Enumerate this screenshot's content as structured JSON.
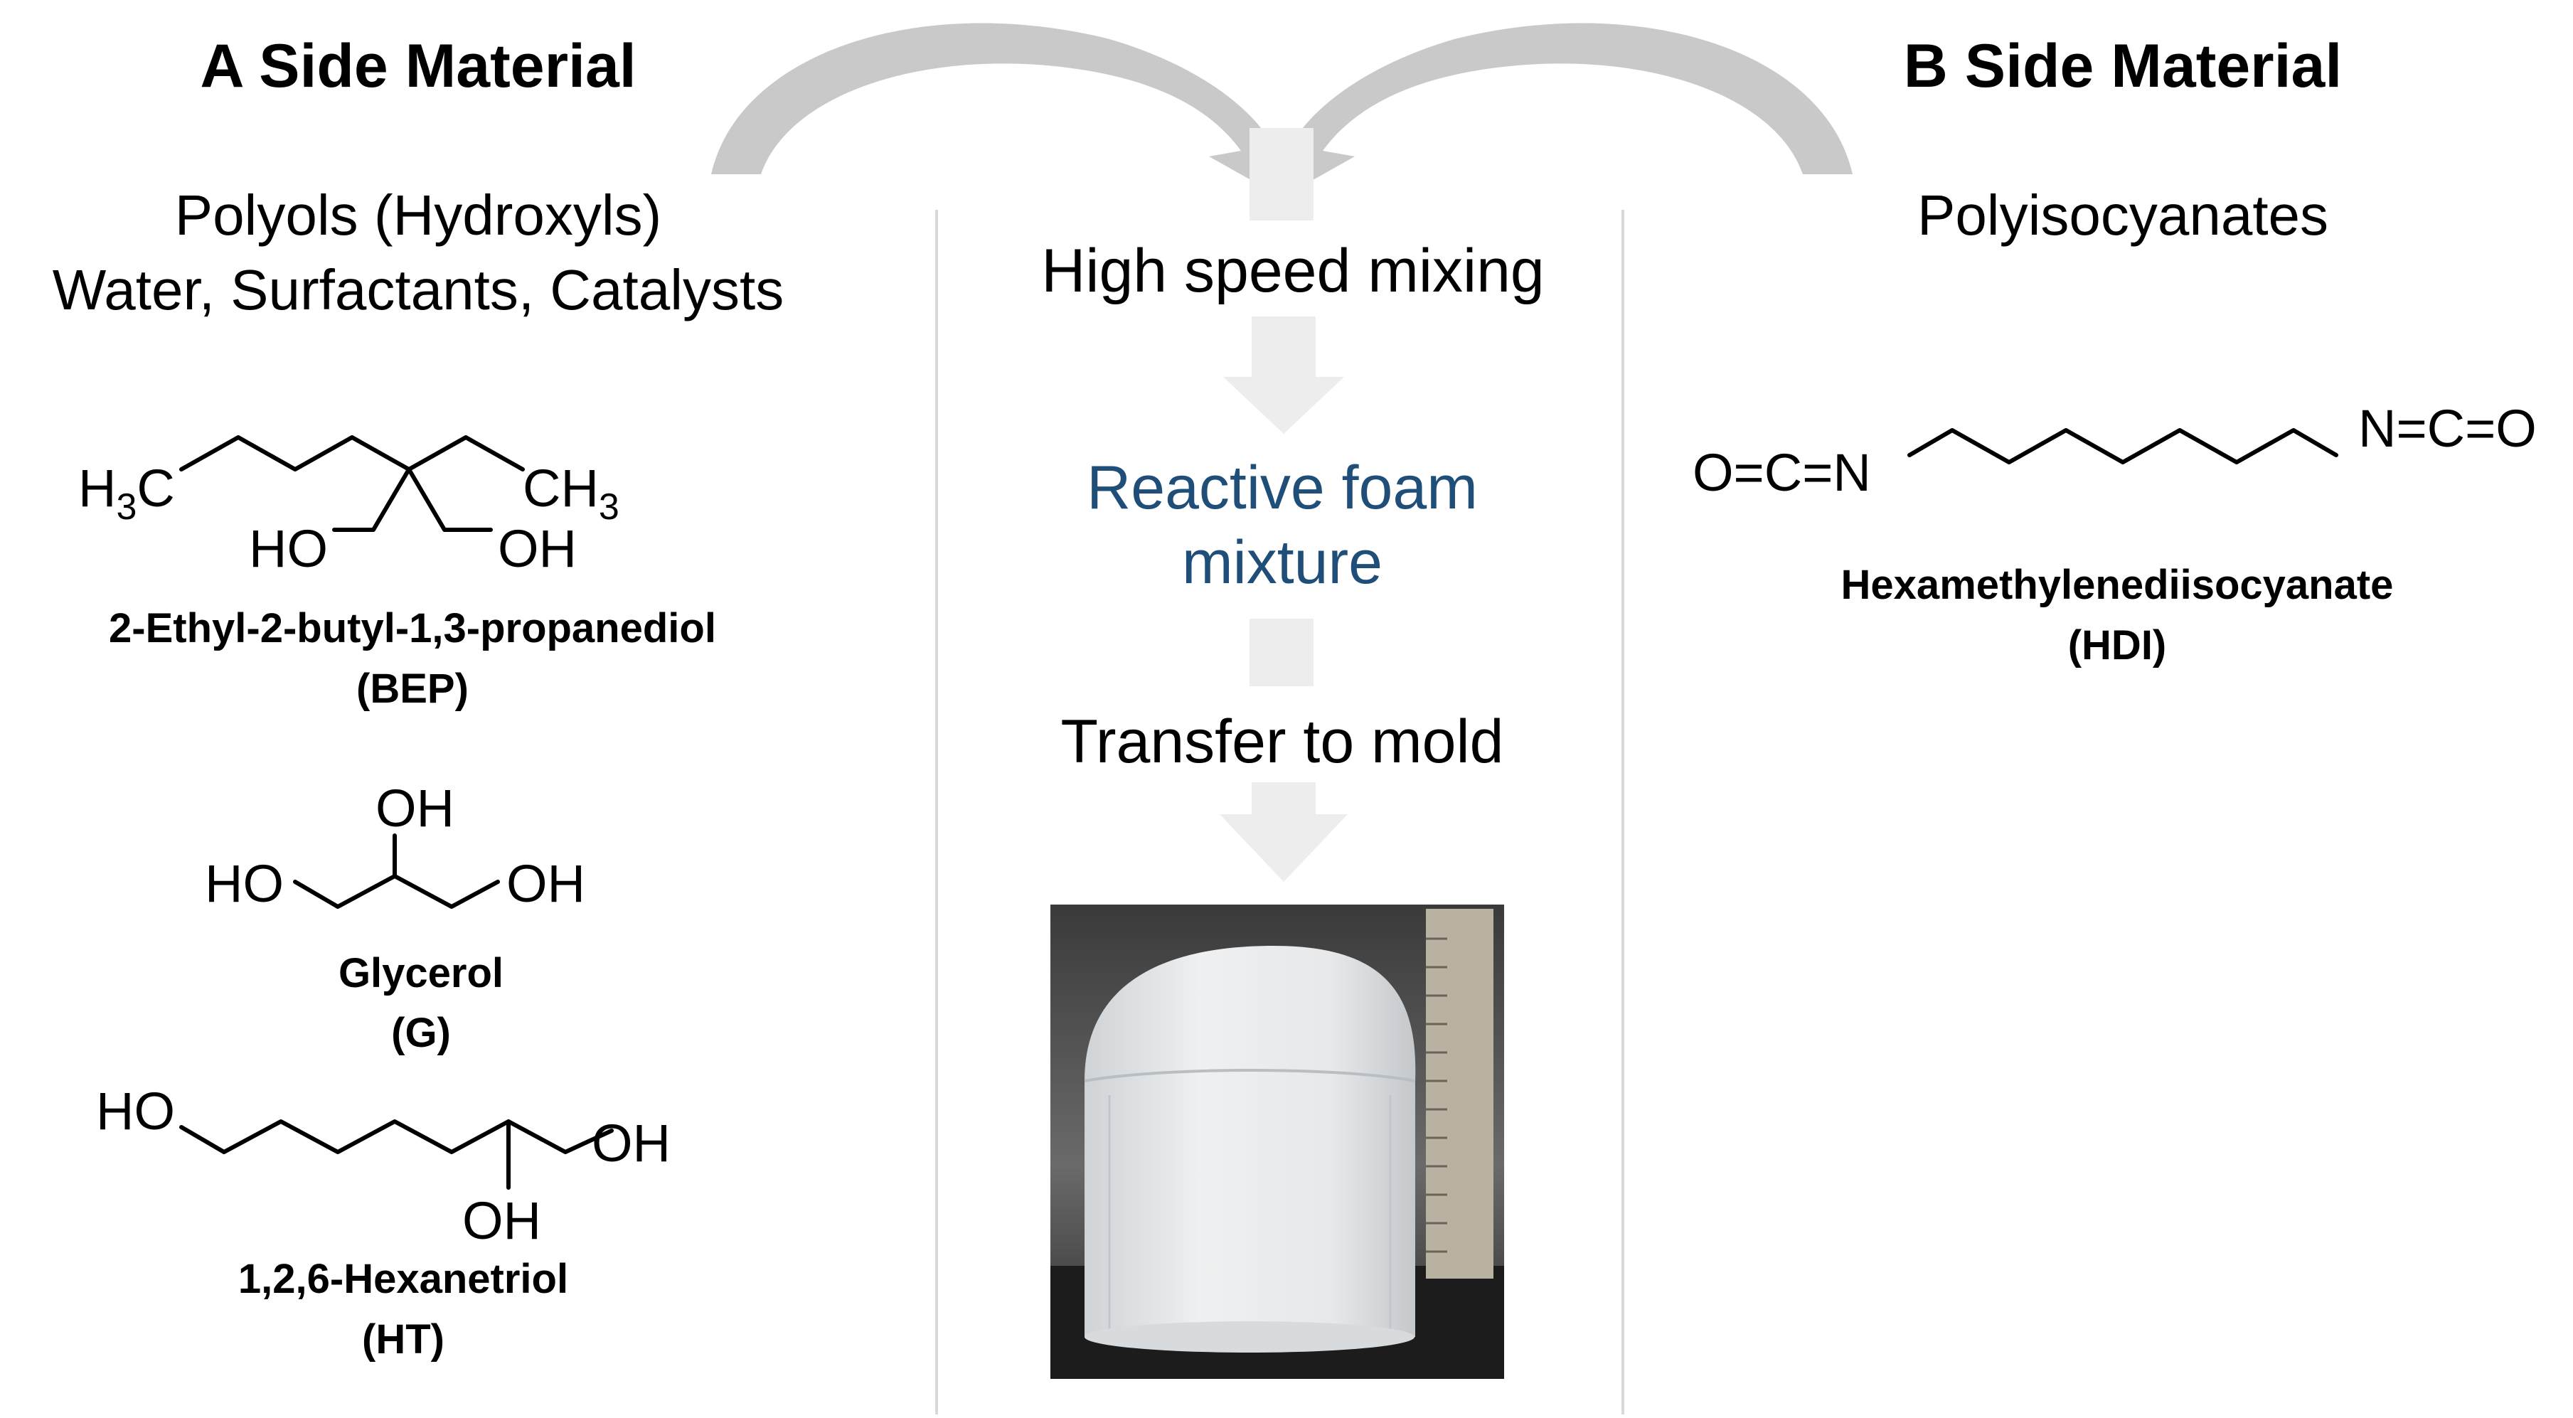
{
  "a_side": {
    "heading": "A Side Material",
    "line1": "Polyols  (Hydroxyls)",
    "line2": "Water, Surfactants, Catalysts",
    "bep": {
      "name": "2-Ethyl-2-butyl-1,3-propanediol",
      "abbr": "(BEP)"
    },
    "glycerol": {
      "name": "Glycerol",
      "abbr": "(G)"
    },
    "hexanetriol": {
      "name": "1,2,6-Hexanetriol",
      "abbr": "(HT)"
    }
  },
  "b_side": {
    "heading": "B Side Material",
    "line1": "Polyisocyanates",
    "hdi": {
      "name": "Hexamethylenediisocyanate",
      "abbr": "(HDI)"
    }
  },
  "process": {
    "step1": "High speed mixing",
    "step2_line1": "Reactive foam",
    "step2_line2": "mixture",
    "step3": "Transfer to mold",
    "accent_color": "#1f4e79"
  },
  "atoms": {
    "h3c": "H",
    "h3c_sub": "3",
    "h3c_c": "C",
    "ch3": "CH",
    "ch3_sub": "3",
    "ho": "HO",
    "oh": "OH",
    "ocn_left": "O=C=N",
    "ncn_right": "N=C=O"
  },
  "icons": [
    "curved-arrow",
    "down-arrow",
    "foam-photo"
  ]
}
